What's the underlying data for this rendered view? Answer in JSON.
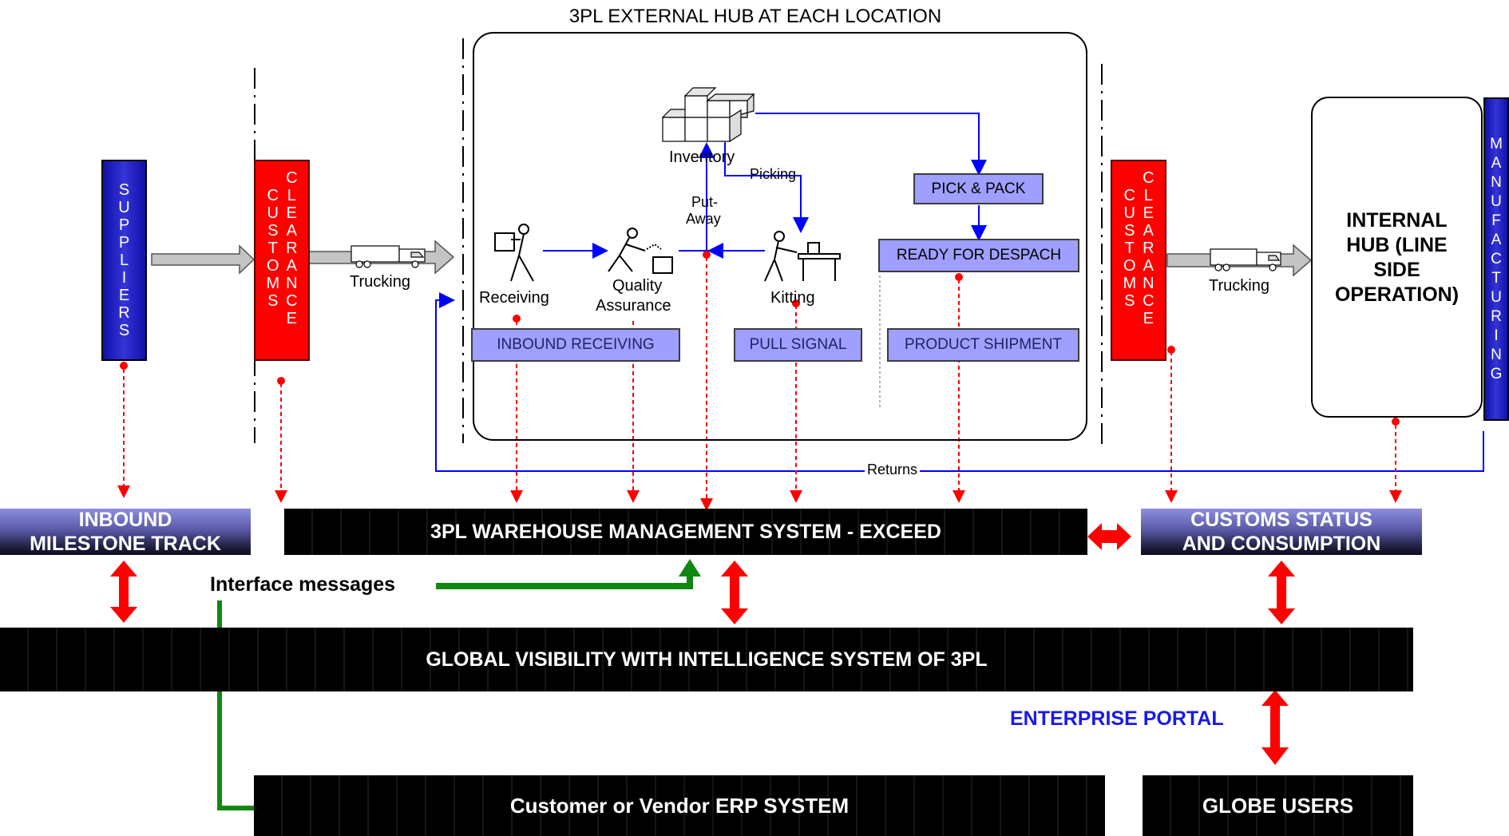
{
  "hub": {
    "title": "3PL EXTERNAL HUB AT EACH LOCATION",
    "inventory_label": "Inventory",
    "picking_label": "Picking",
    "putaway_label_1": "Put-",
    "putaway_label_2": "Away",
    "receiving_label": "Receiving",
    "qa_label_1": "Quality",
    "qa_label_2": "Assurance",
    "kitting_label": "Kitting"
  },
  "suppliers": {
    "letters": [
      "S",
      "U",
      "P",
      "P",
      "L",
      "I",
      "E",
      "R",
      "S"
    ]
  },
  "manufacturing": {
    "letters": [
      "M",
      "A",
      "N",
      "U",
      "F",
      "A",
      "C",
      "T",
      "U",
      "R",
      "I",
      "N",
      "G"
    ]
  },
  "customs": {
    "col1": [
      "C",
      "U",
      "S",
      "T",
      "O",
      "M",
      "S"
    ],
    "col2": [
      "C",
      "L",
      "E",
      "A",
      "R",
      "A",
      "N",
      "C",
      "E"
    ]
  },
  "trucking_label": "Trucking",
  "internal_hub": {
    "line1": "INTERNAL",
    "line2": "HUB (LINE",
    "line3": "SIDE",
    "line4": "OPERATION)"
  },
  "process_boxes": {
    "pick_pack": "PICK & PACK",
    "ready_despach": "READY FOR DESPACH",
    "inbound_receiving": "INBOUND RECEIVING",
    "pull_signal": "PULL SIGNAL",
    "product_shipment": "PRODUCT SHIPMENT"
  },
  "returns_label": "Returns",
  "systems": {
    "inbound_line1": "INBOUND",
    "inbound_line2": "MILESTONE TRACK",
    "wms": "3PL WAREHOUSE MANAGEMENT SYSTEM - EXCEED",
    "customs_line1": "CUSTOMS STATUS",
    "customs_line2": "AND CONSUMPTION",
    "global": "GLOBAL VISIBILITY WITH INTELLIGENCE SYSTEM OF 3PL",
    "interface_messages": "Interface messages",
    "enterprise_portal": "ENTERPRISE PORTAL",
    "erp": "Customer or Vendor ERP SYSTEM",
    "globe_users": "GLOBE USERS"
  },
  "colors": {
    "red": "#ff0000",
    "blue_flow": "#0000ff",
    "lavender": "#9f9fff",
    "green_flow": "#118811",
    "portal_blue": "#1a1ae6",
    "supplier_blue": "#1a1aa0"
  }
}
